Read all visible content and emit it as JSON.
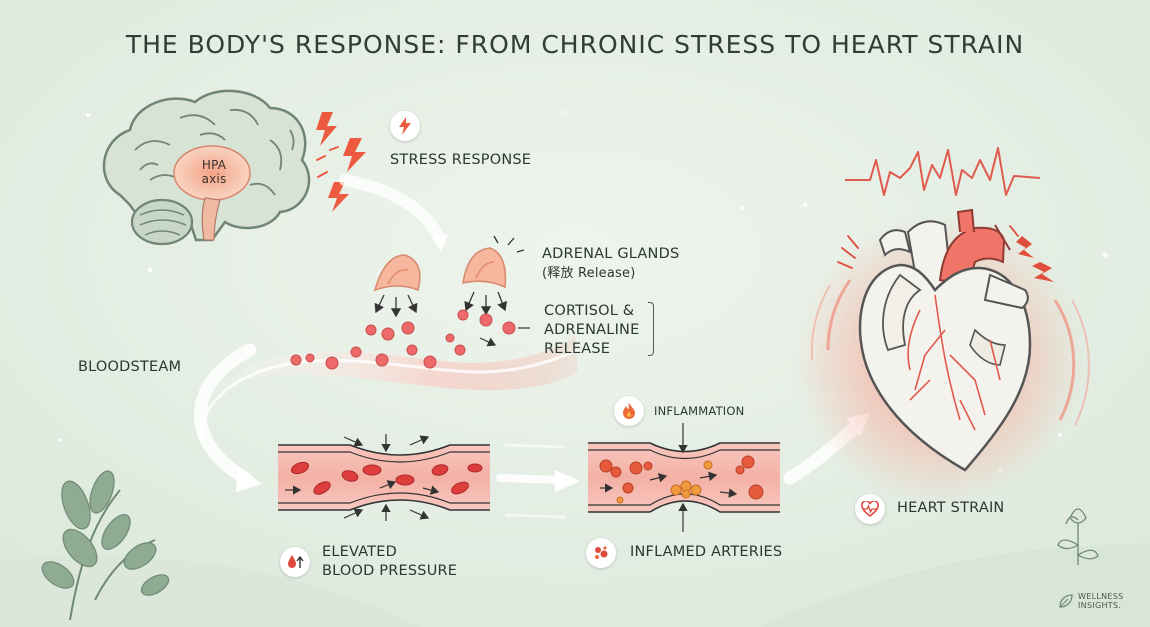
{
  "title": "THE BODY'S RESPONSE: FROM CHRONIC STRESS TO HEART STRAIN",
  "brain": {
    "label_line1": "HPA",
    "label_line2": "axis"
  },
  "stress_response": {
    "label": "STRESS RESPONSE",
    "icon": "lightning-icon"
  },
  "adrenal": {
    "line1": "ADRENAL GLANDS",
    "line2": "(释放 Release)"
  },
  "cortisol": {
    "line1": "CORTISOL &",
    "line2": "ADRENALINE",
    "line3": "RELEASE"
  },
  "bloodstream": {
    "label": "BLOODSTEAM"
  },
  "blood_pressure": {
    "line1": "ELEVATED",
    "line2": "BLOOD PRESSURE",
    "icon": "blood-drop-up-icon"
  },
  "inflammation": {
    "label": "INFLAMMATION",
    "icon": "flame-icon"
  },
  "inflamed_arteries": {
    "label": "INFLAMED ARTERIES",
    "icon": "cells-icon"
  },
  "heart_strain": {
    "label": "HEART STRAIN",
    "icon": "heart-pulse-icon"
  },
  "logo": {
    "line1": "WELLNESS",
    "line2": "INSIGHTS."
  },
  "colors": {
    "accent": "#e8584d",
    "background": "#e6efe6",
    "leaf": "#7f9c84",
    "artery": "#f2b3ab"
  }
}
